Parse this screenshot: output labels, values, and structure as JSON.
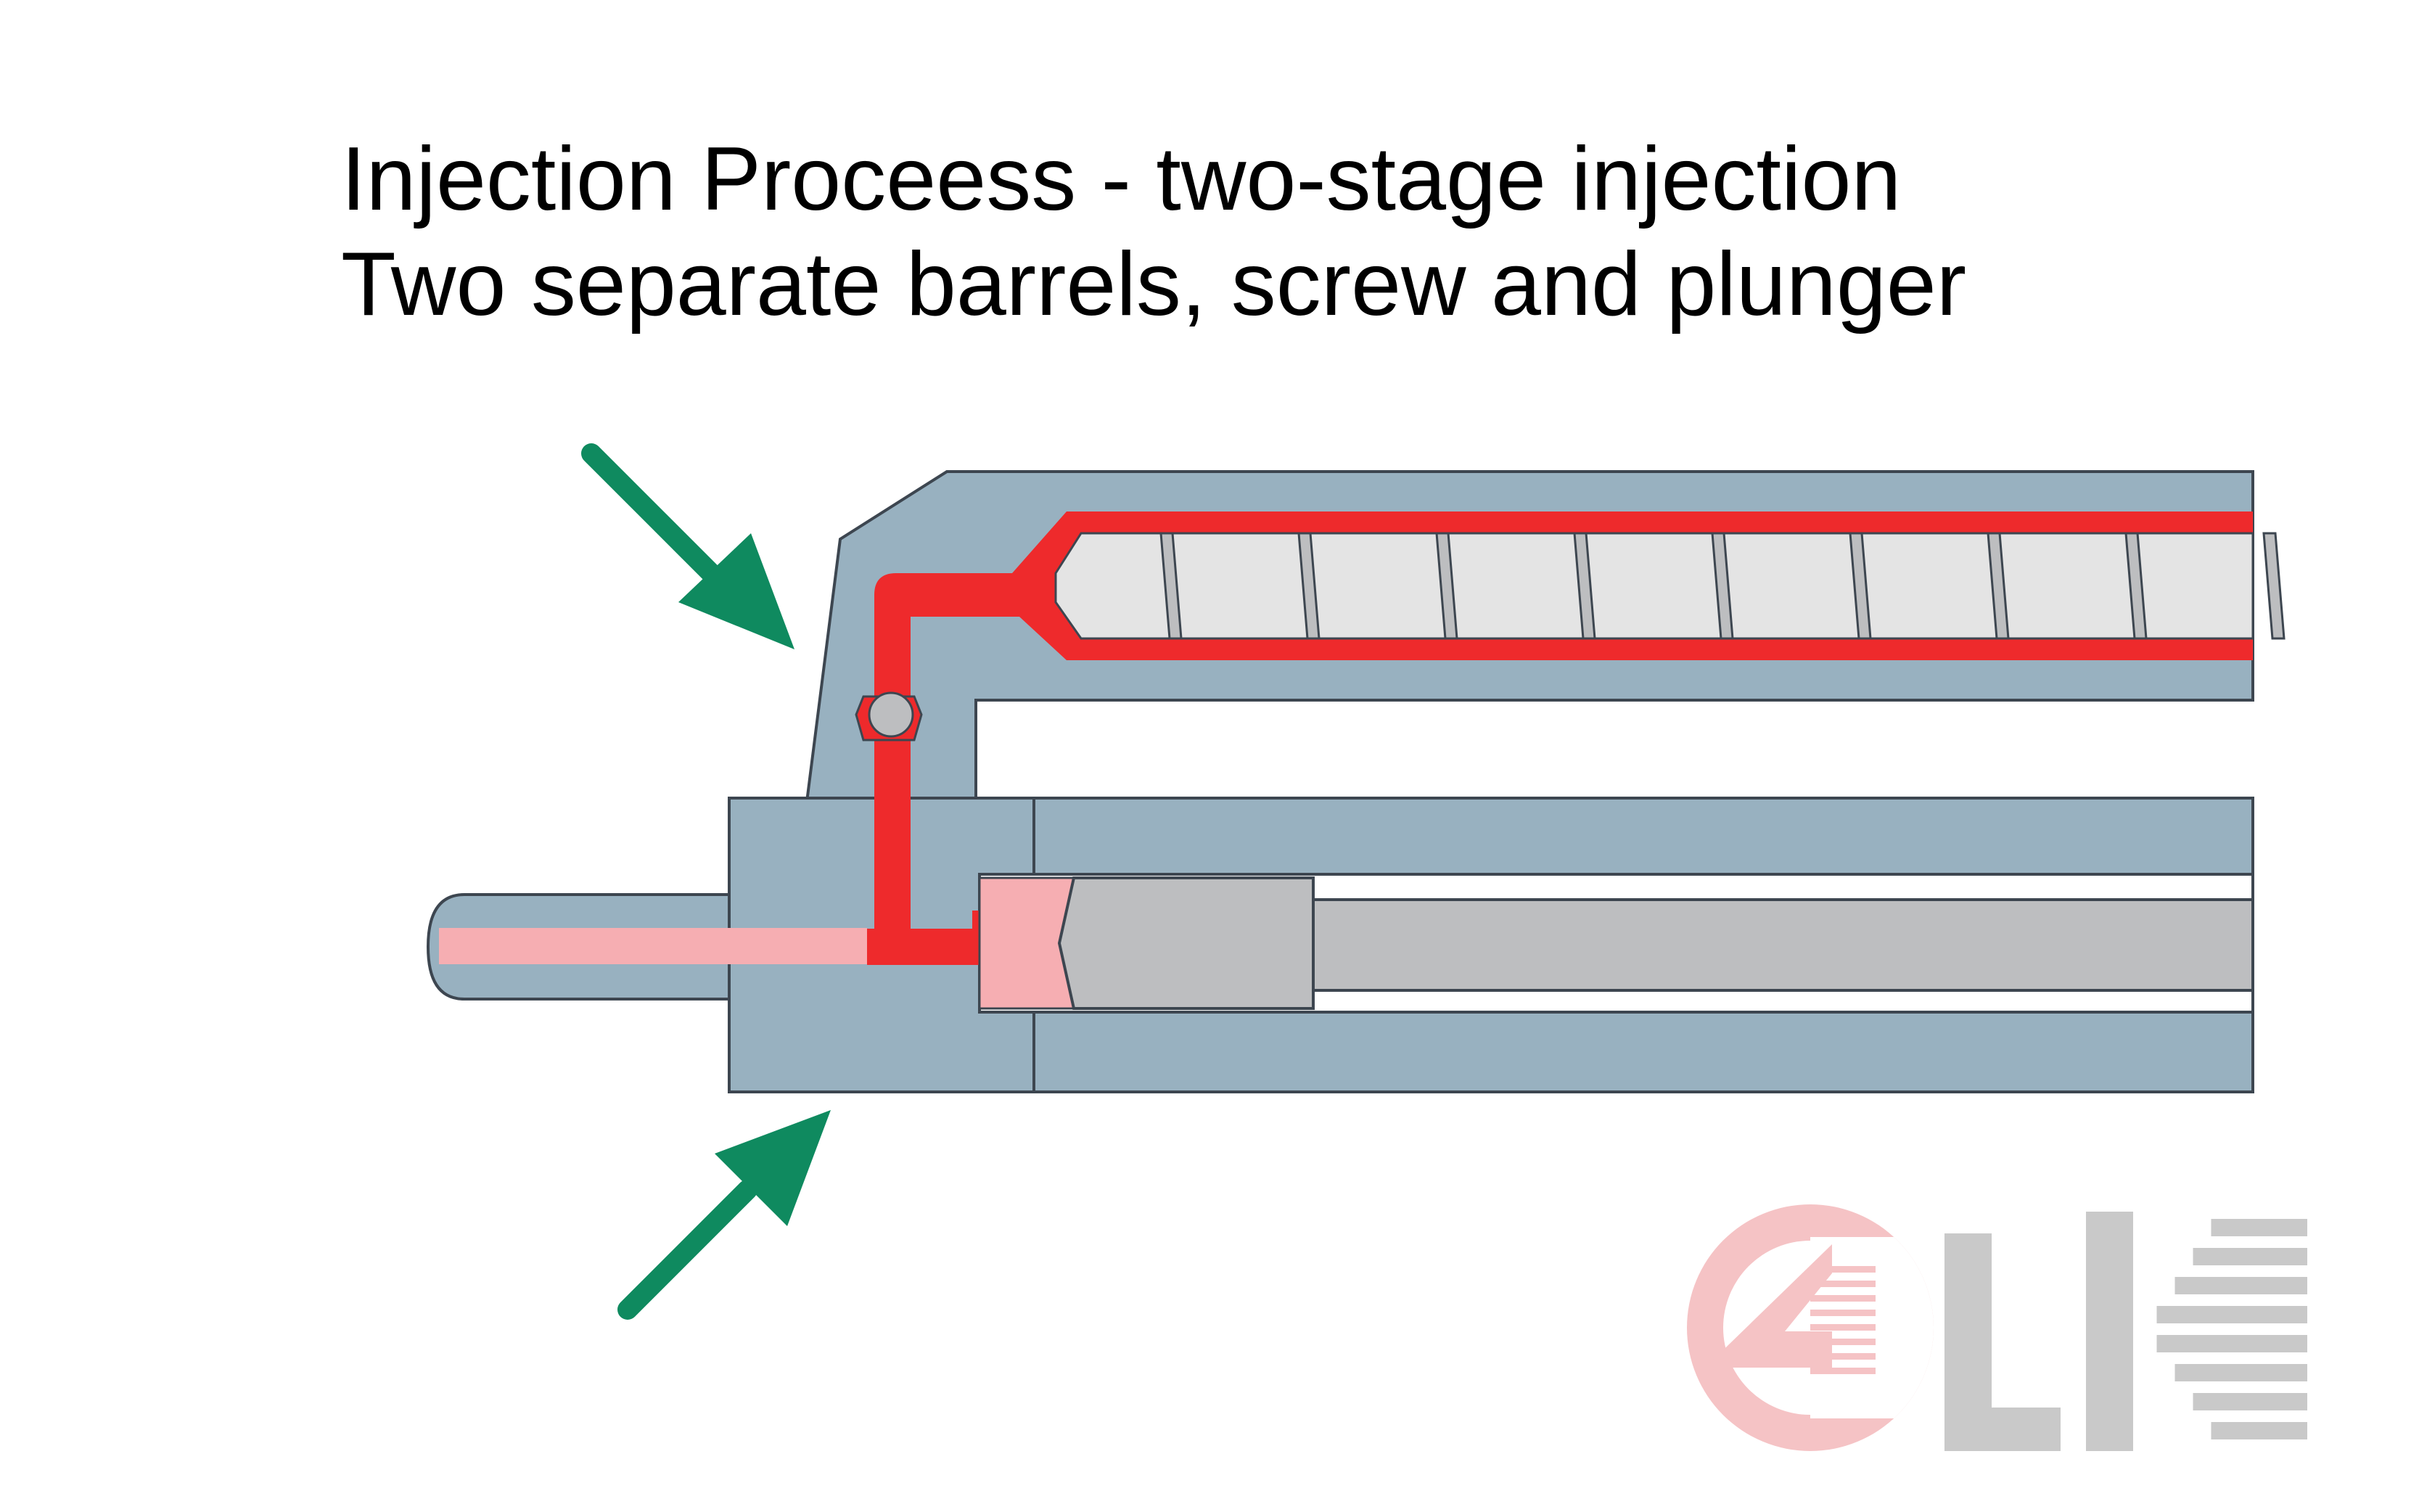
{
  "title": {
    "line1": "Injection Proceess - two-stage injection",
    "line2": "Two separate barrels, screw and plunger"
  },
  "diagram": {
    "components": [
      "nozzle",
      "plunger-barrel",
      "plunger",
      "screw-barrel",
      "screw",
      "check-valve",
      "melt-channel"
    ],
    "arrows": [
      "arrow-top-left",
      "arrow-bottom-left"
    ],
    "logo": "CLK"
  },
  "colors": {
    "barrel": "#98b1c0",
    "melt": "#ee2a2c",
    "melt_light": "#f6aeb2",
    "screw": "#e4e4e4",
    "plunger": "#bdbec0",
    "arrow": "#0f8a5f",
    "logo_red": "#f5c3c5",
    "logo_grey": "#c9c9c9",
    "outline": "#3d4650"
  }
}
